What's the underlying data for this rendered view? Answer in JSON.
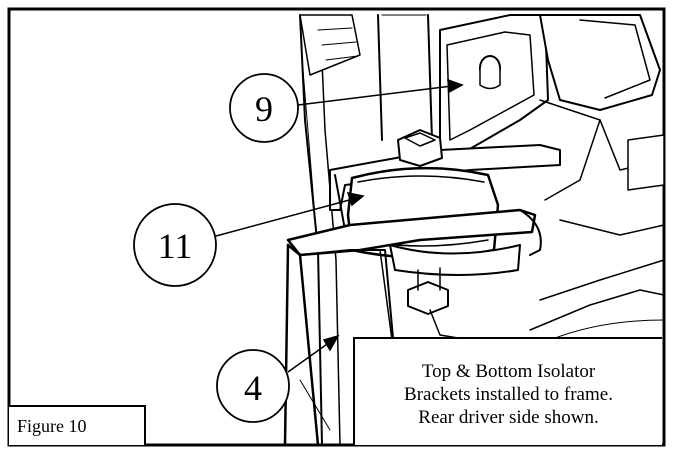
{
  "callouts": [
    {
      "id": "9",
      "label": "9"
    },
    {
      "id": "11",
      "label": "11"
    },
    {
      "id": "4",
      "label": "4"
    }
  ],
  "caption": {
    "lines": [
      "Top & Bottom Isolator",
      "Brackets installed to frame.",
      "Rear driver side shown."
    ]
  },
  "figure_label": "Figure 10"
}
